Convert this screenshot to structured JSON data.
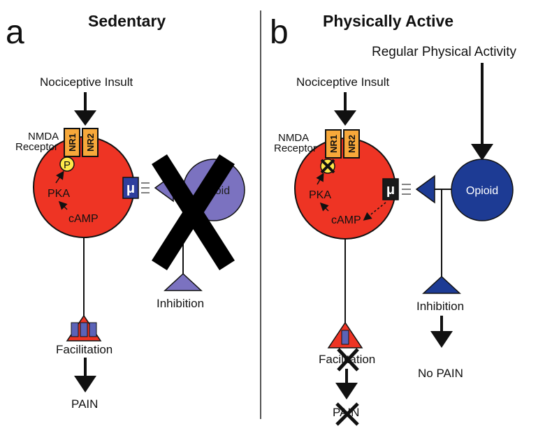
{
  "panel_a": {
    "letter": "a",
    "title": "Sedentary",
    "insult": "Nociceptive Insult",
    "nmda_line1": "NMDA",
    "nmda_line2": "Receptor",
    "nr1": "NR1",
    "nr2": "NR2",
    "p": "P",
    "pka": "PKA",
    "camp": "cAMP",
    "mu": "μ",
    "opioid": "Opioid",
    "inhibition": "Inhibition",
    "facilitation": "Facilitation",
    "pain": "PAIN"
  },
  "panel_b": {
    "letter": "b",
    "title": "Physically Active",
    "activity": "Regular Physical Activity",
    "insult": "Nociceptive Insult",
    "nmda_line1": "NMDA",
    "nmda_line2": "Receptor",
    "nr1": "NR1",
    "nr2": "NR2",
    "pka": "PKA",
    "camp": "cAMP",
    "mu": "μ",
    "opioid": "Opioid",
    "inhibition": "Inhibition",
    "facilitation": "Facilitation",
    "pain": "PAIN",
    "no_pain": "No PAIN"
  },
  "colors": {
    "cell": "#ee3424",
    "receptor_box": "#f7a83a",
    "p_circle": "#ffe84a",
    "mu_box_a": "#2f3f9e",
    "mu_box_b": "#1a1a1a",
    "opioid_a": "#7b72c0",
    "opioid_b": "#1d3b94",
    "triangle_a": "#7b72c0",
    "triangle_b": "#1d3b94",
    "vesicle": "#5b63b8"
  }
}
